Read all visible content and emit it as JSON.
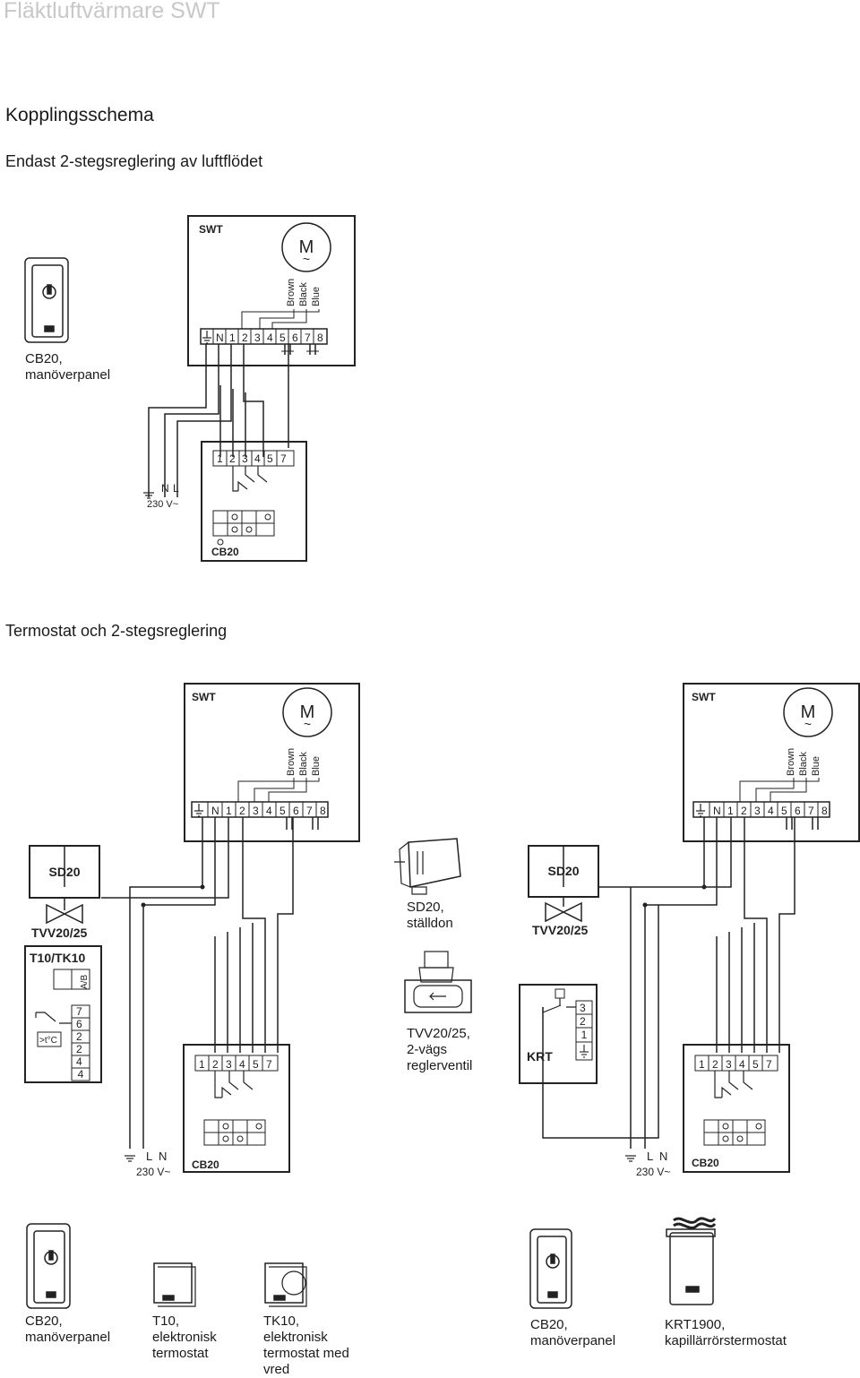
{
  "doc": {
    "title": "Fläktluftvärmare SWT"
  },
  "section": {
    "title": "Kopplingsschema",
    "sub1": "Endast 2-stegsreglering av luftflödet",
    "sub2": "Termostat och 2-stegsreglering"
  },
  "swt": {
    "label": "SWT",
    "motor": "M",
    "motor_tilde": "~",
    "wires": [
      "Brown",
      "Black",
      "Blue"
    ],
    "terminals": [
      "N",
      "1",
      "2",
      "3",
      "4",
      "5",
      "6",
      "7",
      "8"
    ]
  },
  "cb20": {
    "label": "CB20",
    "terminals": [
      "1",
      "2",
      "3",
      "4",
      "5",
      "7"
    ]
  },
  "supply": {
    "d1_terms": [
      "N",
      "L"
    ],
    "d2_terms": [
      "L",
      "N"
    ],
    "voltage": "230 V~"
  },
  "sd20": {
    "label": "SD20"
  },
  "tvv": {
    "label": "TVV20/25"
  },
  "t10": {
    "label": "T10/TK10",
    "ab": "A/B",
    "temp": ">t°C",
    "terminals": [
      "7",
      "6",
      "2",
      "2",
      "4",
      "4"
    ]
  },
  "krt": {
    "label": "KRT",
    "terminals": [
      "3",
      "2",
      "1"
    ]
  },
  "captions": {
    "cb20_panel": [
      "CB20,",
      "manöverpanel"
    ],
    "sd20_actuator": [
      "SD20,",
      "ställdon"
    ],
    "tvv_valve": [
      "TVV20/25,",
      "2-vägs",
      "reglerventil"
    ],
    "t10": [
      "T10,",
      "elektronisk",
      "termostat"
    ],
    "tk10": [
      "TK10,",
      "elektronisk",
      "termostat med",
      "vred"
    ],
    "krt1900": [
      "KRT1900,",
      "kapillärrörstermostat"
    ]
  }
}
